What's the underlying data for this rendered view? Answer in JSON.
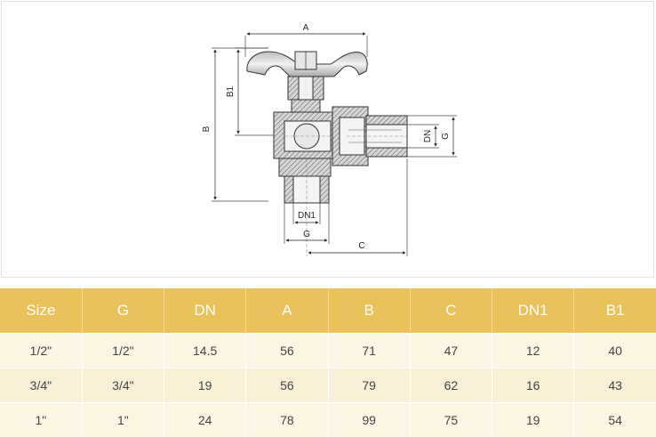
{
  "drawing": {
    "dimension_labels": {
      "a": "A",
      "b": "B",
      "b1": "B1",
      "c": "C",
      "dn": "DN",
      "g_side": "G",
      "dn1": "DN1",
      "g_bottom": "G"
    }
  },
  "table": {
    "headers": [
      "Size",
      "G",
      "DN",
      "A",
      "B",
      "C",
      "DN1",
      "B1"
    ],
    "rows": [
      [
        "1/2\"",
        "1/2\"",
        "14.5",
        "56",
        "71",
        "47",
        "12",
        "40"
      ],
      [
        "3/4\"",
        "3/4\"",
        "19",
        "56",
        "79",
        "62",
        "16",
        "43"
      ],
      [
        "1\"",
        "1\"",
        "24",
        "78",
        "99",
        "75",
        "19",
        "54"
      ]
    ]
  },
  "colors": {
    "header_bg": "#e9c25b",
    "header_text": "#ffffff",
    "row_light": "#fbf5e4",
    "row_dark": "#f7efd6"
  }
}
